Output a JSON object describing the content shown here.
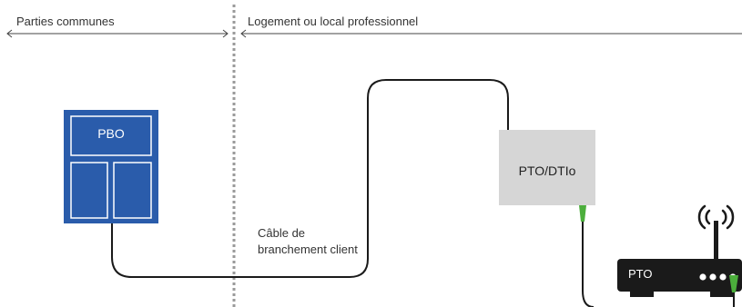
{
  "zones": {
    "left_label": "Parties communes",
    "right_label": "Logement ou local professionnel"
  },
  "pbo": {
    "label": "PBO",
    "color": "#2a5cab"
  },
  "pto_dtio": {
    "label": "PTO/DTIo",
    "color": "#d6d6d6"
  },
  "cable": {
    "label": "Câble de branchement client"
  },
  "router": {
    "label": "PTO",
    "color": "#1a1a1a"
  },
  "colors": {
    "connector": "#4cae3c",
    "separator": "#9a9a9a",
    "cable": "#1a1a1a"
  },
  "icons": {
    "wifi": "wifi-signal-icon"
  }
}
